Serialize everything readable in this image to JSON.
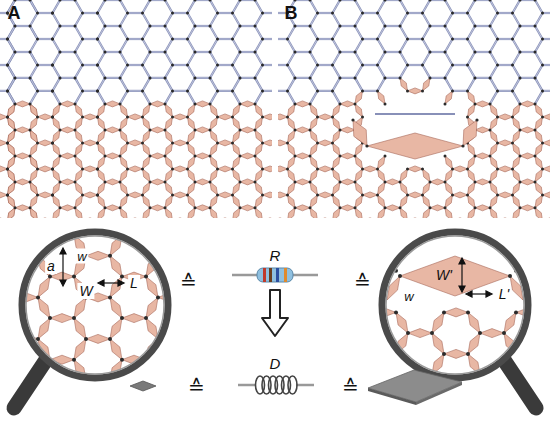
{
  "diagram": {
    "labels": [
      "A",
      "B",
      "a",
      "w",
      "W",
      "L",
      "≙",
      "R",
      "≙",
      "W'",
      "w",
      "L'",
      "≙",
      "D",
      "≙"
    ]
  }
}
